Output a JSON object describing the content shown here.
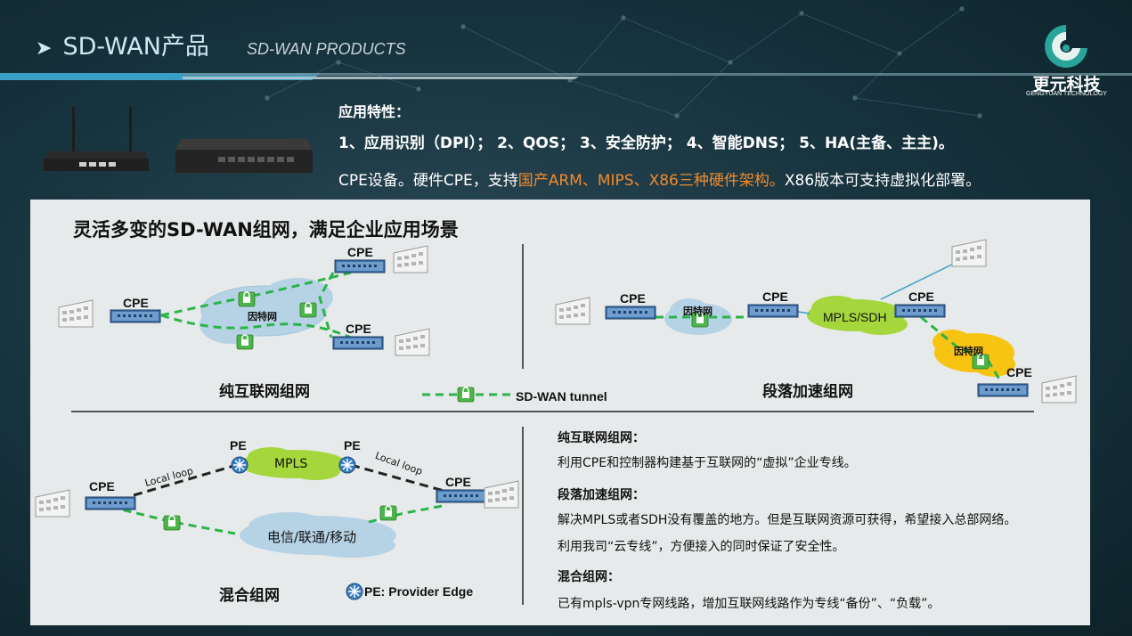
{
  "header": {
    "title": "SD-WAN产品",
    "subtitle": "SD-WAN PRODUCTS"
  },
  "logo": {
    "name": "更元科技",
    "sub": "GENGYUAN TECHNOLOGY"
  },
  "features": {
    "heading": "应用特性：",
    "list": "1、应用识别（DPI）；  2、QOS；  3、安全防护；  4、智能DNS；  5、HA(主备、主主)。",
    "desc_a": "CPE设备。硬件CPE，支持",
    "desc_hl": "国产ARM、MIPS、X86三种硬件架构。",
    "desc_b": "X86版本可支持虚拟化部署。"
  },
  "panel": {
    "title": "灵活多变的SD-WAN组网，满足企业应用场景",
    "cpe": "CPE",
    "pe": "PE",
    "internet": "因特网",
    "mpls": "MPLS",
    "mpls_sdh": "MPLS/SDH",
    "carrier": "电信/联通/移动",
    "local_loop": "Local loop",
    "caption_internet": "纯互联网组网",
    "caption_segment": "段落加速组网",
    "caption_hybrid": "混合组网",
    "legend_tunnel": "SD-WAN tunnel",
    "legend_pe": "PE: Provider Edge"
  },
  "notes": [
    {
      "heading": "纯互联网组网：",
      "lines": [
        "利用CPE和控制器构建基于互联网的“虚拟”企业专线。"
      ]
    },
    {
      "heading": "段落加速组网：",
      "lines": [
        "解决MPLS或者SDH没有覆盖的地方。但是互联网资源可获得，希望接入总部网络。",
        "利用我司“云专线”，方便接入的同时保证了安全性。"
      ]
    },
    {
      "heading": "混合组网：",
      "lines": [
        "已有mpls-vpn专网线路，增加互联网线路作为专线“备份”、“负载”。"
      ]
    }
  ],
  "colors": {
    "accent": "#3a9fc4",
    "highlight": "#f28a2c",
    "tunnel": "#2bb44a",
    "panel": "#e7eaeb",
    "cloud_green": "#a5d63c",
    "cloud_yellow": "#f7c412",
    "cloud_blue": "#b6d3e6"
  }
}
